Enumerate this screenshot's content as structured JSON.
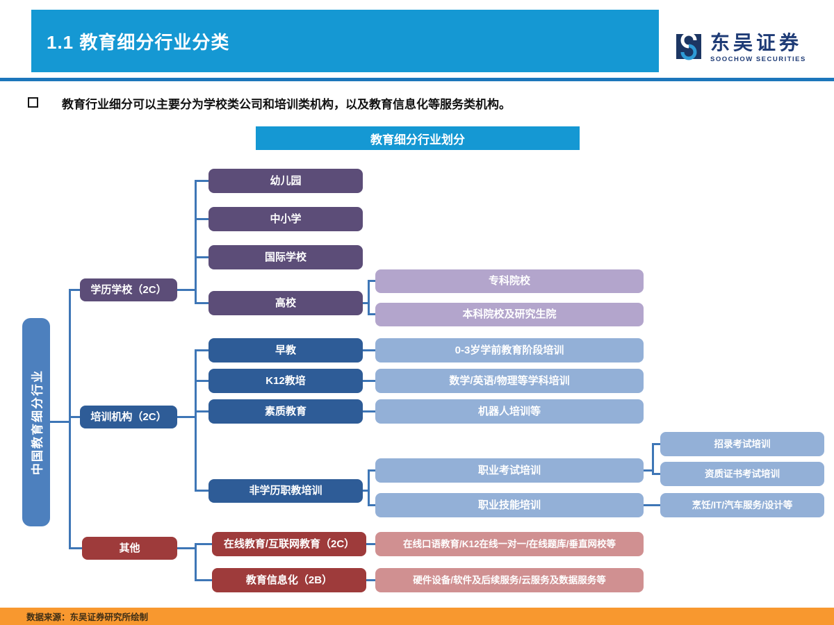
{
  "slide": {
    "header": {
      "title": "1.1 教育细分行业分类"
    },
    "logo": {
      "cn": "东吴证券",
      "en": "SOOCHOW SECURITIES"
    },
    "bullet": "教育行业细分可以主要分为学校类公司和培训类机构，以及教育信息化等服务类机构。",
    "footer": "数据来源：东吴证券研究所绘制"
  },
  "diagram": {
    "title": "教育细分行业划分",
    "nodes": {
      "root": "中国教育细分行业",
      "xueli": "学历学校（2C）",
      "peixun": "培训机构（2C）",
      "qita": "其他",
      "youeryuan": "幼儿园",
      "zhongxiaoxue": "中小学",
      "guojixuexiao": "国际学校",
      "gaoxiao": "高校",
      "zhuanke": "专科院校",
      "benke": "本科院校及研究生院",
      "zaojiao": "早教",
      "k12": "K12教培",
      "suzhi": "素质教育",
      "feixueli": "非学历职教培训",
      "zaojiao_c": "0-3岁学前教育阶段培训",
      "k12_c": "数学/英语/物理等学科培训",
      "suzhi_c": "机器人培训等",
      "zhiyekaoshi": "职业考试培训",
      "zhiyejineng": "职业技能培训",
      "zhaolu": "招录考试培训",
      "zizhi": "资质证书考试培训",
      "pengren": "烹饪/IT/汽车服务/设计等",
      "zaixian": "在线教育/互联网教育（2C）",
      "xinxihua": "教育信息化（2B）",
      "zaixian_c": "在线口语教育/K12在线一对一/在线题库/垂直网校等",
      "xinxihua_c": "硬件设备/软件及后续服务/云服务及数据服务等"
    }
  },
  "colors": {
    "header_blue": "#1598D3",
    "divider_blue": "#1C76BB",
    "connector_blue": "#3E76B6",
    "root_blue": "#4D80BE",
    "purple": "#5C4D78",
    "light_purple": "#B3A5CC",
    "dark_blue": "#2E5C97",
    "light_blue": "#93B0D7",
    "dark_red": "#9E3B3B",
    "pink": "#D09091",
    "footer_orange": "#F8982F",
    "logo_navy": "#1C3663"
  }
}
